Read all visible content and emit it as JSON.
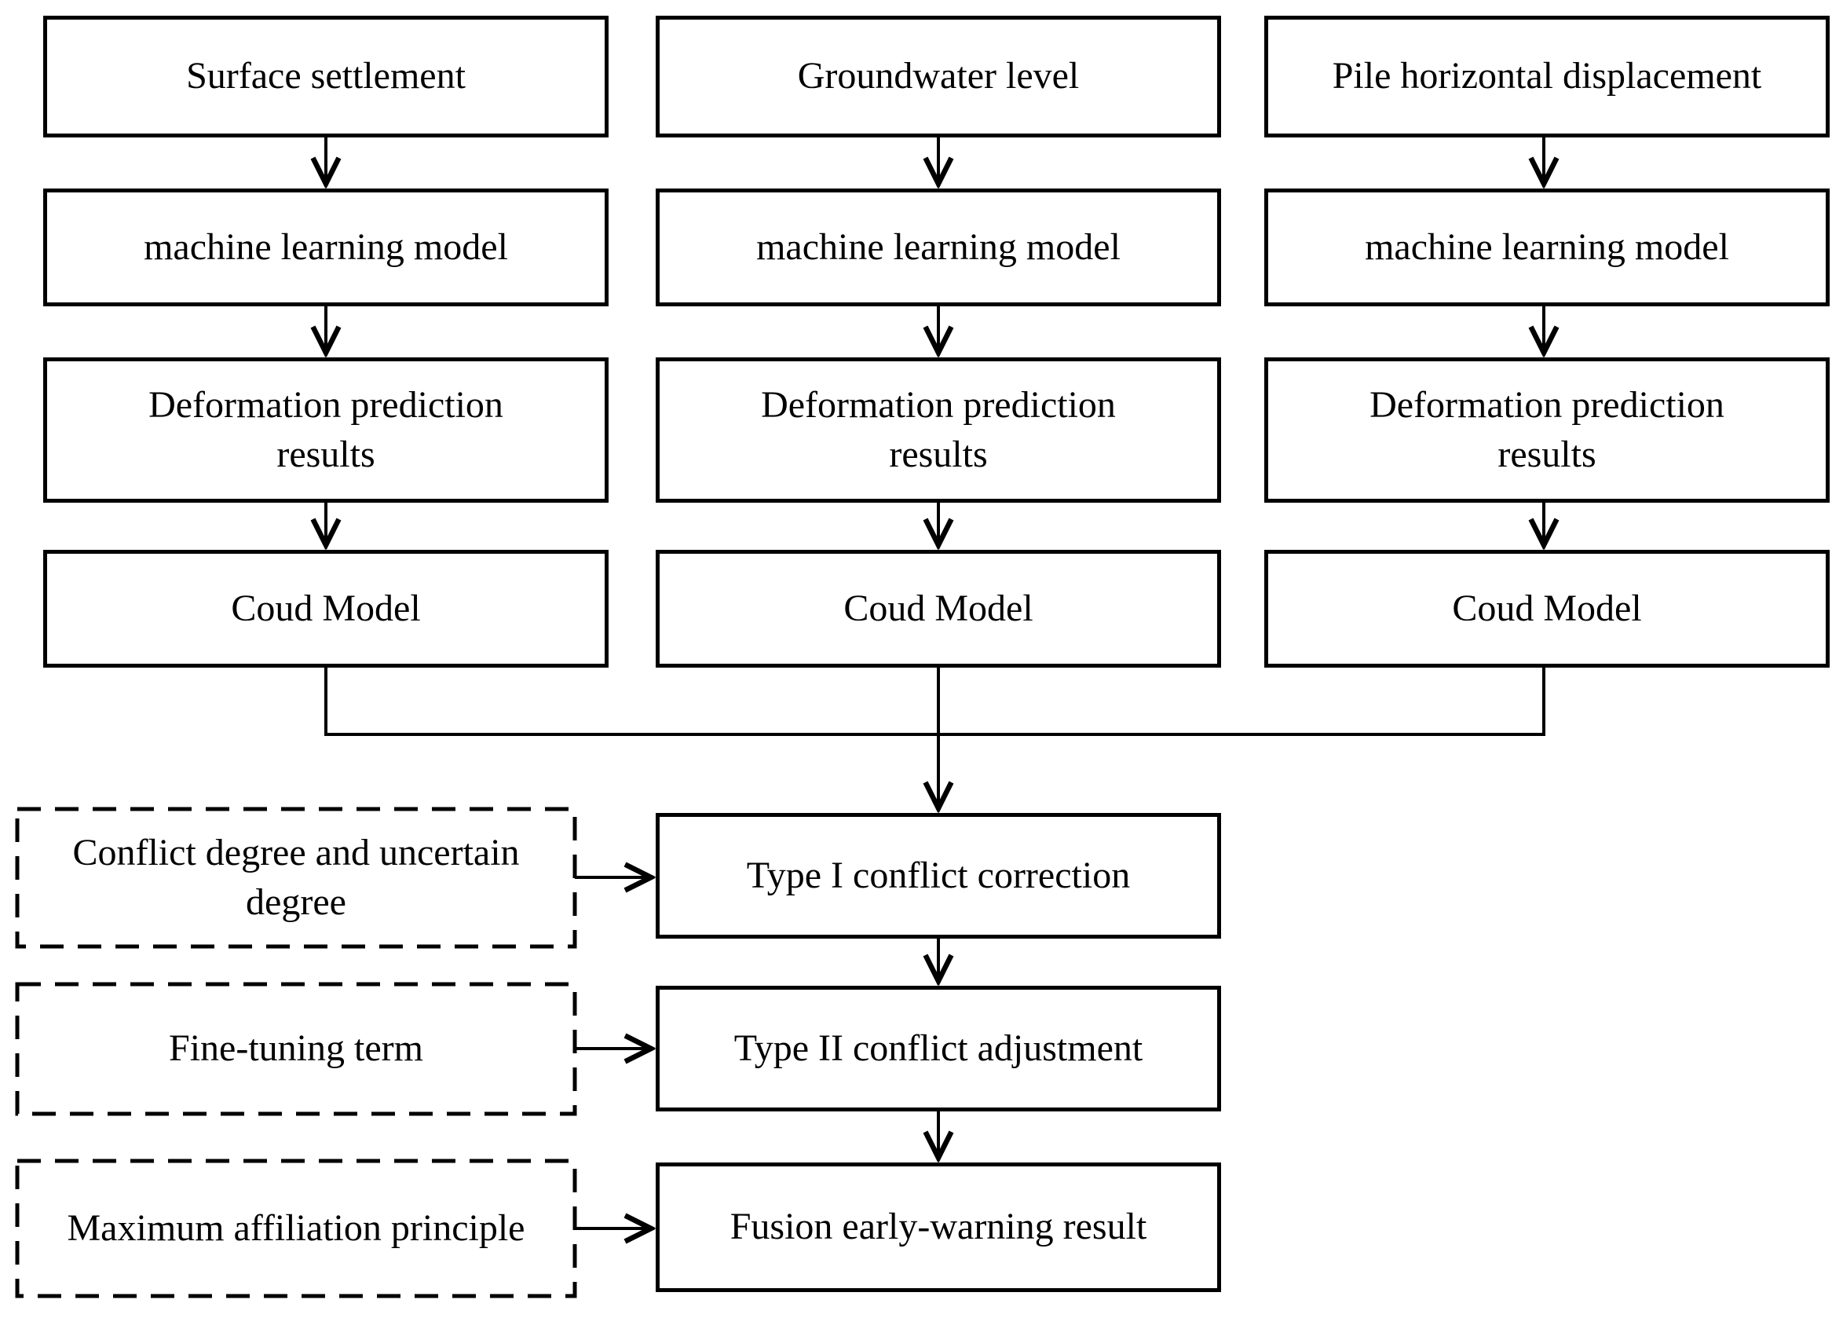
{
  "columns": [
    {
      "input": "Surface settlement",
      "model": "machine learning model",
      "result": "Deformation prediction results",
      "cloud": "Coud Model"
    },
    {
      "input": "Groundwater level",
      "model": "machine learning model",
      "result": "Deformation prediction results",
      "cloud": "Coud Model"
    },
    {
      "input": "Pile horizontal displacement",
      "model": "machine learning model",
      "result": "Deformation prediction results",
      "cloud": "Coud Model"
    }
  ],
  "fusion": {
    "steps": [
      {
        "input_label": "Conflict degree and uncertain degree",
        "process_label": "Type I conflict correction"
      },
      {
        "input_label": "Fine-tuning term",
        "process_label": "Type II conflict adjustment"
      },
      {
        "input_label": "Maximum affiliation principle",
        "process_label": "Fusion early-warning result"
      }
    ]
  },
  "colors": {
    "line": "#000000",
    "bg": "#ffffff",
    "text": "#000000"
  }
}
